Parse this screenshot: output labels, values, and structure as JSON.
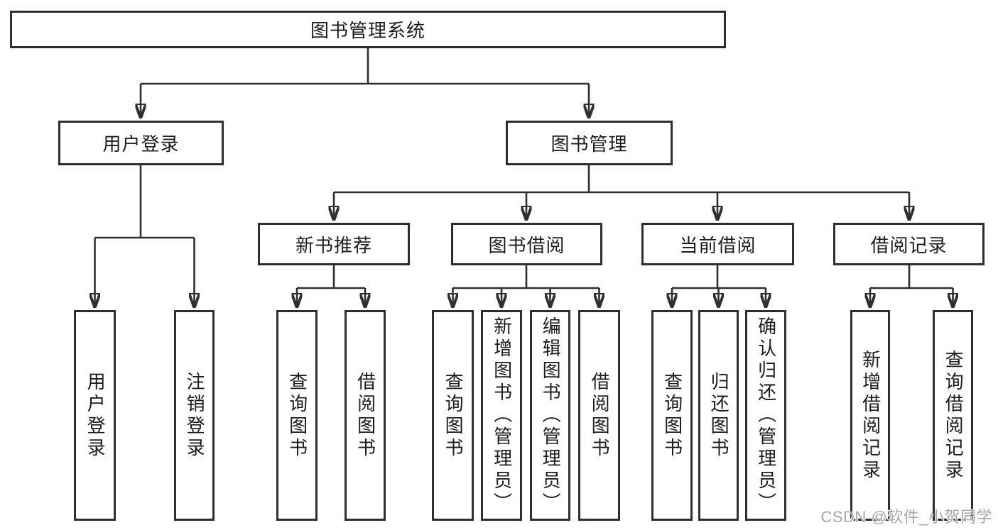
{
  "colors": {
    "line": "#2f2f2f",
    "box_border": "#2e2e2e",
    "text": "#1c1c1c",
    "background": "#ffffff",
    "watermark": "#a6a6a6"
  },
  "watermark": "CSDN @软件_小贺同学",
  "root": {
    "label": "图书管理系统",
    "children": {
      "user_login": {
        "label": "用户登录",
        "children": {
          "login": {
            "label": "用户登录"
          },
          "logout": {
            "label": "注销登录"
          }
        }
      },
      "book_mgmt": {
        "label": "图书管理",
        "children": {
          "new_rec": {
            "label": "新书推荐",
            "children": {
              "query": {
                "label": "查询图书"
              },
              "borrow": {
                "label": "借阅图书"
              }
            }
          },
          "borrow": {
            "label": "图书借阅",
            "children": {
              "query": {
                "label": "查询图书"
              },
              "add": {
                "label": "新增图书（管理员）"
              },
              "edit": {
                "label": "编辑图书（管理员）"
              },
              "borrow": {
                "label": "借阅图书"
              }
            }
          },
          "current": {
            "label": "当前借阅",
            "children": {
              "query": {
                "label": "查询图书"
              },
              "return": {
                "label": "归还图书"
              },
              "confirm": {
                "label": "确认归还（管理员）"
              }
            }
          },
          "records": {
            "label": "借阅记录",
            "children": {
              "add": {
                "label": "新增借阅记录"
              },
              "query": {
                "label": "查询借阅记录"
              }
            }
          }
        }
      }
    }
  }
}
